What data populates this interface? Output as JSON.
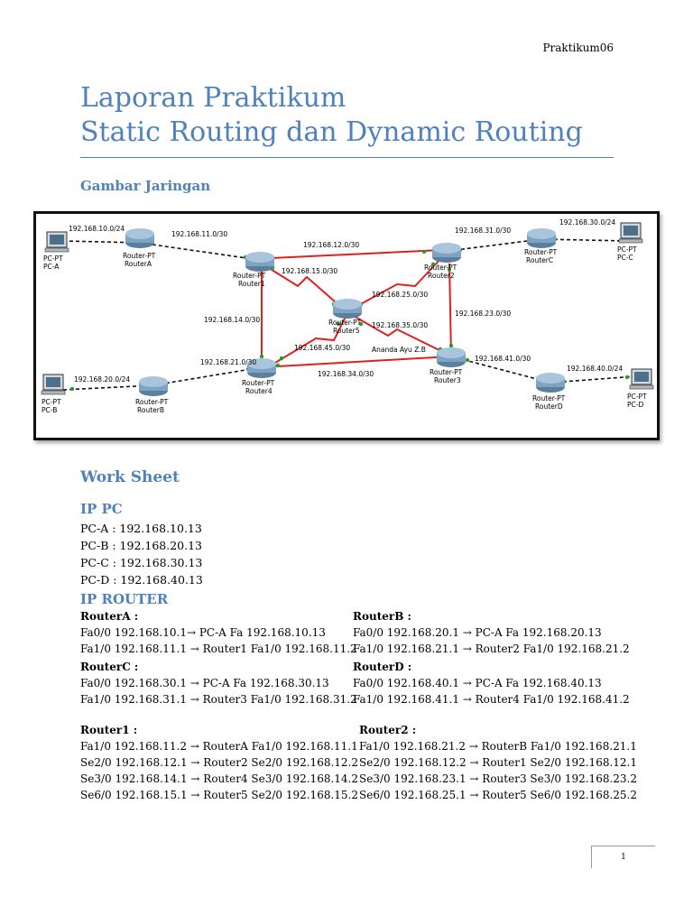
{
  "header": {
    "running_title": "Praktikum06"
  },
  "title": {
    "line1": "Laporan Praktikum",
    "line2": "Static Routing dan Dynamic Routing"
  },
  "section_network": {
    "heading": "Gambar Jaringan"
  },
  "diagram": {
    "pcs": [
      {
        "id": "pca",
        "type": "PC-PT",
        "name": "PC-A"
      },
      {
        "id": "pcb",
        "type": "PC-PT",
        "name": "PC-B"
      },
      {
        "id": "pcc",
        "type": "PC-PT",
        "name": "PC-C"
      },
      {
        "id": "pcd",
        "type": "PC-PT",
        "name": "PC-D"
      }
    ],
    "routers": [
      {
        "id": "ra",
        "type": "Router-PT",
        "name": "RouterA"
      },
      {
        "id": "rb",
        "type": "Router-PT",
        "name": "RouterB"
      },
      {
        "id": "rc",
        "type": "Router-PT",
        "name": "RouterC"
      },
      {
        "id": "rd",
        "type": "Router-PT",
        "name": "RouterD"
      },
      {
        "id": "r1",
        "type": "Router-PT",
        "name": "Router1"
      },
      {
        "id": "r2",
        "type": "Router-PT",
        "name": "Router2"
      },
      {
        "id": "r3",
        "type": "Router-PT",
        "name": "Router3"
      },
      {
        "id": "r4",
        "type": "Router-PT",
        "name": "Router4"
      },
      {
        "id": "r5",
        "type": "Router-PT",
        "name": "Router5"
      }
    ],
    "networks": [
      "192.168.10.0/24",
      "192.168.11.0/30",
      "192.168.12.0/30",
      "192.168.31.0/30",
      "192.168.30.0/24",
      "192.168.15.0/30",
      "192.168.25.0/30",
      "192.168.14.0/30",
      "192.168.23.0/30",
      "192.168.35.0/30",
      "192.168.45.0/30",
      "192.168.21.0/30",
      "192.168.34.0/30",
      "192.168.41.0/30",
      "192.168.20.0/24",
      "192.168.40.0/24"
    ],
    "author_label": "Ananda Ayu Z.B"
  },
  "worksheet": {
    "heading": "Work Sheet",
    "ip_pc": {
      "heading": "IP PC",
      "items": [
        "PC-A : 192.168.10.13",
        "PC-B : 192.168.20.13",
        "PC-C : 192.168.30.13",
        "PC-D : 192.168.40.13"
      ]
    },
    "ip_router": {
      "heading": "IP ROUTER",
      "routerA": {
        "name": "RouterA :",
        "lines": [
          "Fa0/0 192.168.10.1→ PC-A Fa 192.168.10.13",
          "Fa1/0 192.168.11.1 → Router1 Fa1/0 192.168.11.2"
        ]
      },
      "routerB": {
        "name": "RouterB :",
        "lines": [
          "Fa0/0 192.168.20.1 → PC-A Fa 192.168.20.13",
          "Fa1/0 192.168.21.1 → Router2 Fa1/0 192.168.21.2"
        ]
      },
      "routerC": {
        "name": "RouterC :",
        "lines": [
          "Fa0/0 192.168.30.1 → PC-A Fa 192.168.30.13",
          "Fa1/0 192.168.31.1 → Router3 Fa1/0 192.168.31.2"
        ]
      },
      "routerD": {
        "name": "RouterD :",
        "lines": [
          "Fa0/0 192.168.40.1 → PC-A Fa 192.168.40.13",
          "Fa1/0 192.168.41.1 → Router4 Fa1/0 192.168.41.2"
        ]
      },
      "router1": {
        "name": "Router1 :",
        "lines": [
          "Fa1/0 192.168.11.2 → RouterA Fa1/0 192.168.11.1",
          "Se2/0 192.168.12.1 → Router2 Se2/0 192.168.12.2",
          "Se3/0 192.168.14.1 → Router4 Se3/0 192.168.14.2",
          "Se6/0 192.168.15.1 → Router5 Se2/0 192.168.15.2"
        ]
      },
      "router2": {
        "name": "Router2 :",
        "lines": [
          "Fa1/0 192.168.21.2 → RouterB Fa1/0 192.168.21.1",
          "Se2/0 192.168.12.2 → Router1 Se2/0 192.168.12.1",
          "Se3/0 192.168.23.1 → Router3 Se3/0 192.168.23.2",
          "Se6/0 192.168.25.1 → Router5 Se6/0 192.168.25.2"
        ]
      }
    }
  },
  "footer": {
    "page_number": "1"
  }
}
